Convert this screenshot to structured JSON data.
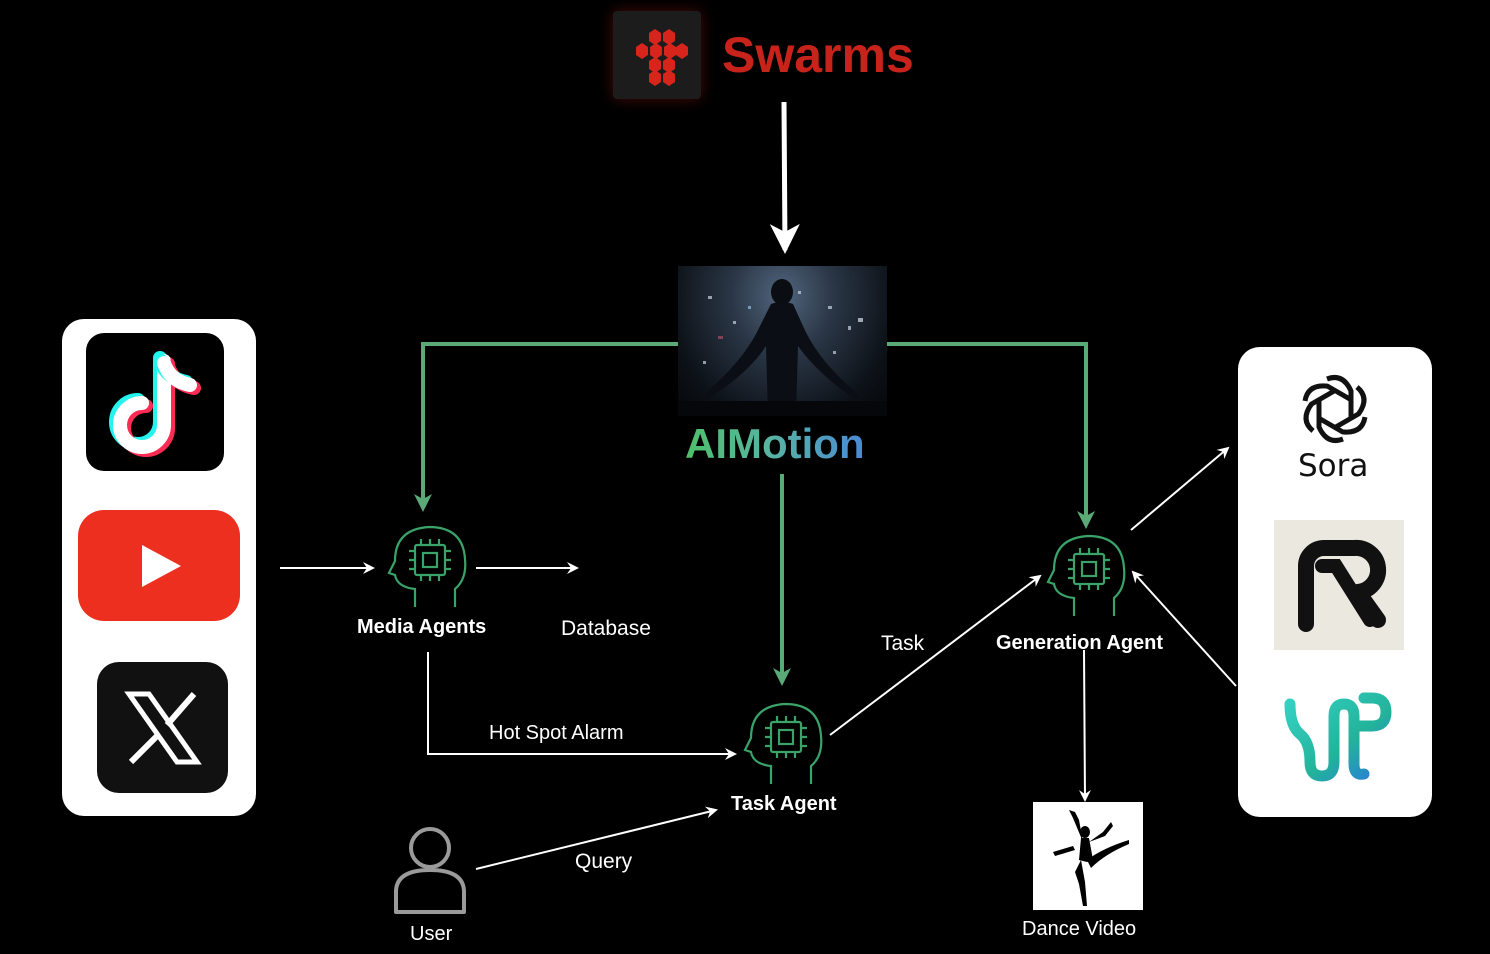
{
  "brand": {
    "name": "Swarms",
    "color": "#c8231b"
  },
  "hero": {
    "title": "AIMotion"
  },
  "sources": [
    "tiktok-icon",
    "youtube-icon",
    "x-icon"
  ],
  "generators": {
    "sora_label": "Sora",
    "items": [
      "openai-icon",
      "runway-icon",
      "pika-icon"
    ]
  },
  "agents": {
    "media": "Media Agents",
    "task": "Task Agent",
    "generation": "Generation Agent"
  },
  "labels": {
    "database": "Database",
    "hot_spot": "Hot Spot Alarm",
    "task": "Task",
    "query": "Query",
    "user": "User",
    "dance_video": "Dance Video"
  },
  "colors": {
    "flow_green": "#5aaa78",
    "arrow": "#ffffff",
    "agent_icon": "#3aa36a"
  }
}
